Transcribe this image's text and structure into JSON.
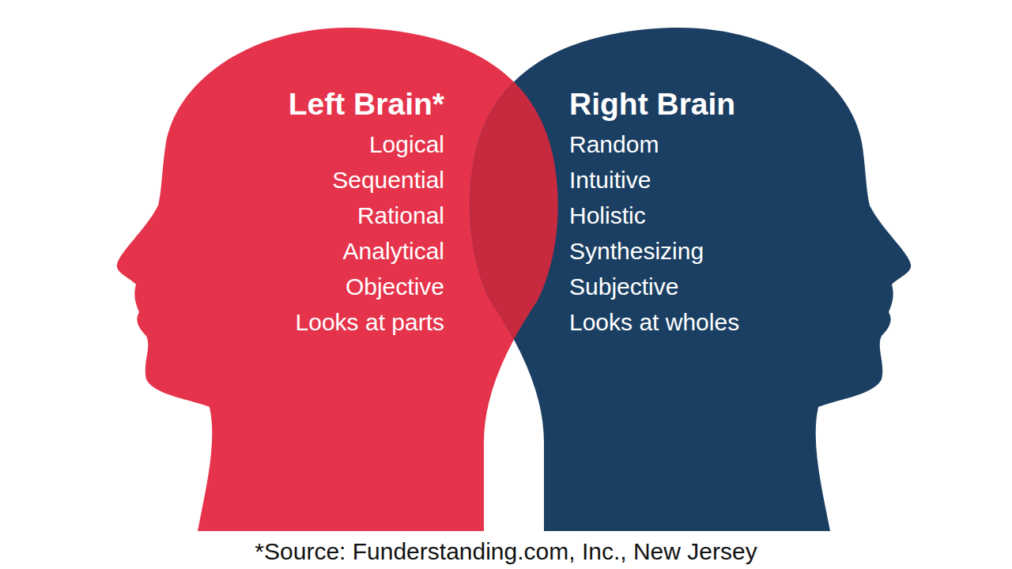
{
  "diagram": {
    "caption": "*Source: Funderstanding.com, Inc., New Jersey",
    "nodes": [
      {
        "text": [
          "Left Brain*",
          "Logical",
          "Sequential",
          "Rational",
          "Analytical",
          "Objective",
          "Looks at parts"
        ]
      },
      {
        "text": [
          "Right Brain",
          "Random",
          "Intuitive",
          "Holistic",
          "Synthesizing",
          "Subjective",
          "Looks at wholes"
        ]
      }
    ]
  }
}
